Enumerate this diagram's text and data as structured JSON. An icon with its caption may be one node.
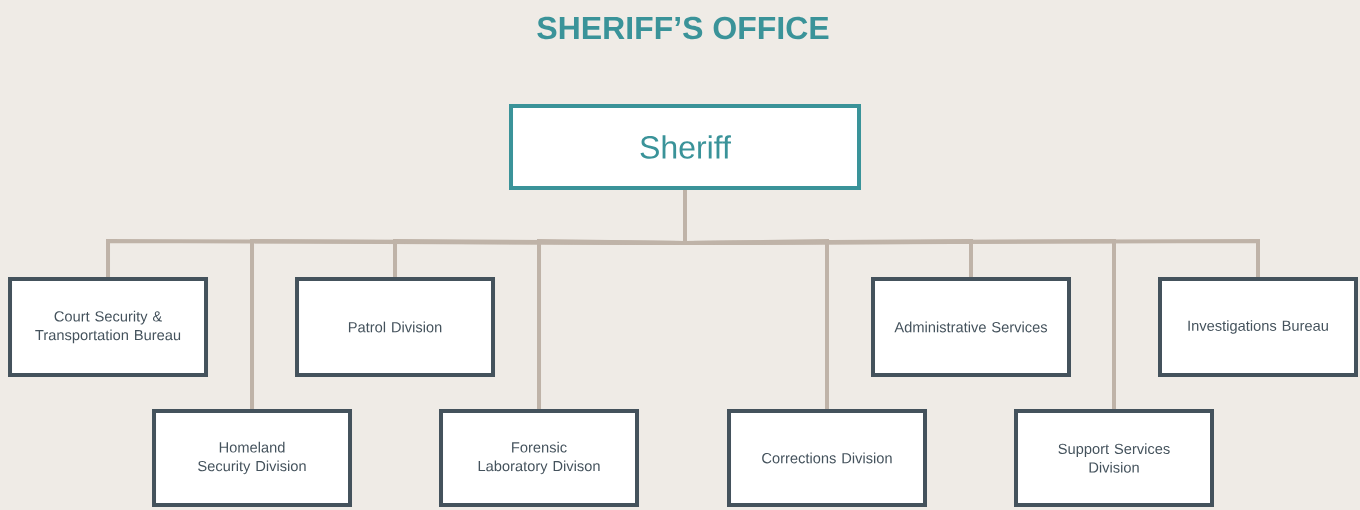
{
  "diagram": {
    "title": "SHERIFF’S OFFICE",
    "nodes": [
      {
        "text": [
          "Sheriff"
        ]
      },
      {
        "text": [
          "Court Security & Transportation Bureau"
        ]
      },
      {
        "text": [
          "Patrol Division"
        ]
      },
      {
        "text": [
          "Administrative Services"
        ]
      },
      {
        "text": [
          "Investigations Bureau"
        ]
      },
      {
        "text": [
          "Homeland Security Division"
        ]
      },
      {
        "text": [
          "Forensic Laboratory Divison"
        ]
      },
      {
        "text": [
          "Corrections Division"
        ]
      },
      {
        "text": [
          "Support Services Division"
        ]
      }
    ],
    "edges": [
      {
        "from": 0,
        "to": 1,
        "arrow": "none"
      },
      {
        "from": 0,
        "to": 5,
        "arrow": "none"
      },
      {
        "from": 0,
        "to": 2,
        "arrow": "none"
      },
      {
        "from": 0,
        "to": 6,
        "arrow": "none"
      },
      {
        "from": 0,
        "to": 7,
        "arrow": "none"
      },
      {
        "from": 0,
        "to": 3,
        "arrow": "none"
      },
      {
        "from": 0,
        "to": 8,
        "arrow": "none"
      },
      {
        "from": 0,
        "to": 4,
        "arrow": "none"
      }
    ]
  }
}
